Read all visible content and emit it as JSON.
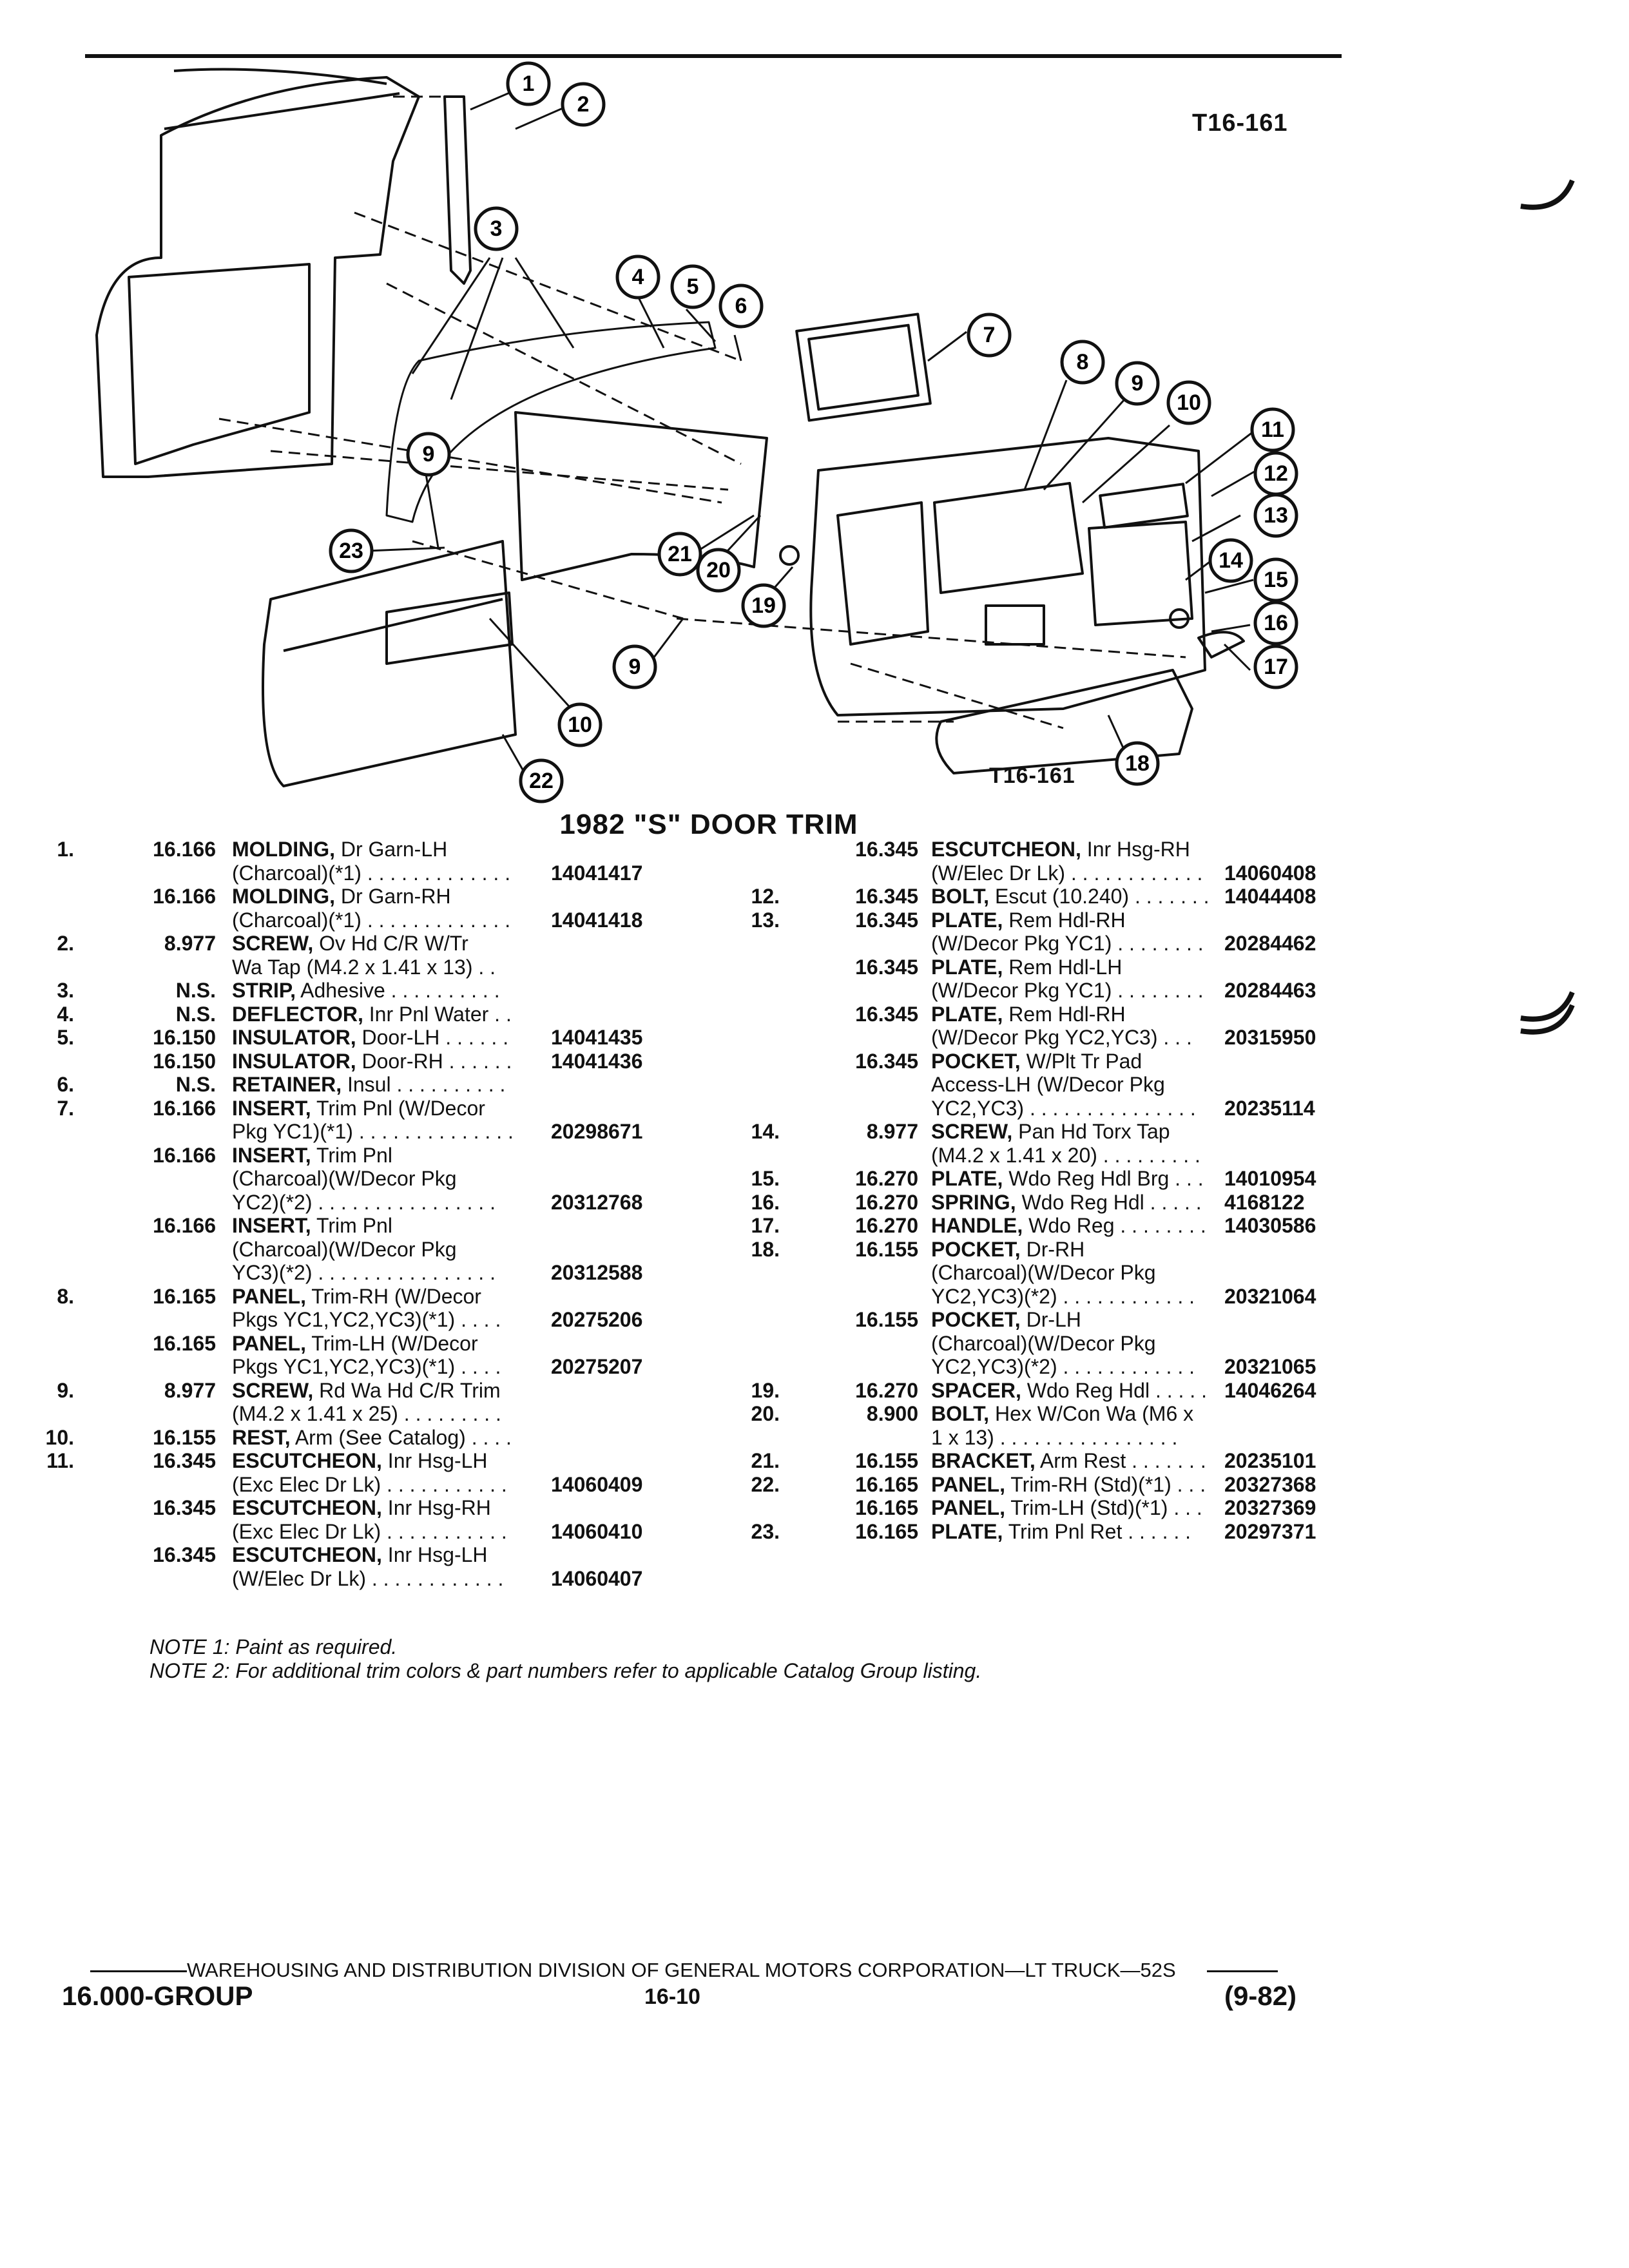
{
  "figure_id_top": "T16-161",
  "figure_id_bottom": "T16-161",
  "title": "1982 \"S\" DOOR TRIM",
  "callouts": [
    "1",
    "2",
    "3",
    "4",
    "5",
    "6",
    "7",
    "8",
    "9",
    "10",
    "11",
    "12",
    "13",
    "14",
    "15",
    "16",
    "17",
    "18",
    "19",
    "20",
    "21",
    "22",
    "23",
    "9",
    "9",
    "10"
  ],
  "parts_left": [
    {
      "ref": "1.",
      "group": "16.166",
      "name": "MOLDING,",
      "desc": " Dr Garn-LH",
      "part": ""
    },
    {
      "ref": "",
      "group": "",
      "name": "",
      "desc": "(Charcoal)(*1) . . . . . . . . . . . . .",
      "part": "14041417"
    },
    {
      "ref": "",
      "group": "16.166",
      "name": "MOLDING,",
      "desc": " Dr Garn-RH",
      "part": ""
    },
    {
      "ref": "",
      "group": "",
      "name": "",
      "desc": "(Charcoal)(*1) . . . . . . . . . . . . .",
      "part": "14041418"
    },
    {
      "ref": "2.",
      "group": "8.977",
      "name": "SCREW,",
      "desc": " Ov Hd C/R W/Tr",
      "part": ""
    },
    {
      "ref": "",
      "group": "",
      "name": "",
      "desc": "Wa Tap (M4.2 x 1.41 x 13) . .",
      "part": ""
    },
    {
      "ref": "3.",
      "group": "N.S.",
      "name": "STRIP,",
      "desc": " Adhesive . . . . . . . . . .",
      "part": ""
    },
    {
      "ref": "4.",
      "group": "N.S.",
      "name": "DEFLECTOR,",
      "desc": " Inr Pnl Water . .",
      "part": ""
    },
    {
      "ref": "5.",
      "group": "16.150",
      "name": "INSULATOR,",
      "desc": " Door-LH . . . . . .",
      "part": "14041435"
    },
    {
      "ref": "",
      "group": "16.150",
      "name": "INSULATOR,",
      "desc": " Door-RH . . . . . .",
      "part": "14041436"
    },
    {
      "ref": "6.",
      "group": "N.S.",
      "name": "RETAINER,",
      "desc": " Insul . . . . . . . . . .",
      "part": ""
    },
    {
      "ref": "7.",
      "group": "16.166",
      "name": "INSERT,",
      "desc": " Trim Pnl (W/Decor",
      "part": ""
    },
    {
      "ref": "",
      "group": "",
      "name": "",
      "desc": "Pkg YC1)(*1) . . . . . . . . . . . . . .",
      "part": "20298671"
    },
    {
      "ref": "",
      "group": "16.166",
      "name": "INSERT,",
      "desc": " Trim Pnl",
      "part": ""
    },
    {
      "ref": "",
      "group": "",
      "name": "",
      "desc": "(Charcoal)(W/Decor Pkg",
      "part": ""
    },
    {
      "ref": "",
      "group": "",
      "name": "",
      "desc": "YC2)(*2) . . . . . . . . . . . . . . . .",
      "part": "20312768"
    },
    {
      "ref": "",
      "group": "16.166",
      "name": "INSERT,",
      "desc": " Trim Pnl",
      "part": ""
    },
    {
      "ref": "",
      "group": "",
      "name": "",
      "desc": "(Charcoal)(W/Decor Pkg",
      "part": ""
    },
    {
      "ref": "",
      "group": "",
      "name": "",
      "desc": "YC3)(*2) . . . . . . . . . . . . . . . .",
      "part": "20312588"
    },
    {
      "ref": "8.",
      "group": "16.165",
      "name": "PANEL,",
      "desc": " Trim-RH (W/Decor",
      "part": ""
    },
    {
      "ref": "",
      "group": "",
      "name": "",
      "desc": "Pkgs YC1,YC2,YC3)(*1) . . . .",
      "part": "20275206"
    },
    {
      "ref": "",
      "group": "16.165",
      "name": "PANEL,",
      "desc": " Trim-LH (W/Decor",
      "part": ""
    },
    {
      "ref": "",
      "group": "",
      "name": "",
      "desc": "Pkgs YC1,YC2,YC3)(*1) . . . .",
      "part": "20275207"
    },
    {
      "ref": "9.",
      "group": "8.977",
      "name": "SCREW,",
      "desc": " Rd Wa Hd C/R Trim",
      "part": ""
    },
    {
      "ref": "",
      "group": "",
      "name": "",
      "desc": "(M4.2 x 1.41 x 25) . . . . . . . . .",
      "part": ""
    },
    {
      "ref": "10.",
      "group": "16.155",
      "name": "REST,",
      "desc": " Arm (See Catalog) . . . .",
      "part": ""
    },
    {
      "ref": "11.",
      "group": "16.345",
      "name": "ESCUTCHEON,",
      "desc": " Inr Hsg-LH",
      "part": ""
    },
    {
      "ref": "",
      "group": "",
      "name": "",
      "desc": "(Exc Elec Dr Lk) . . . . . . . . . . .",
      "part": "14060409"
    },
    {
      "ref": "",
      "group": "16.345",
      "name": "ESCUTCHEON,",
      "desc": " Inr Hsg-RH",
      "part": ""
    },
    {
      "ref": "",
      "group": "",
      "name": "",
      "desc": "(Exc Elec Dr Lk) . . . . . . . . . . .",
      "part": "14060410"
    },
    {
      "ref": "",
      "group": "16.345",
      "name": "ESCUTCHEON,",
      "desc": " Inr Hsg-LH",
      "part": ""
    },
    {
      "ref": "",
      "group": "",
      "name": "",
      "desc": "(W/Elec Dr Lk) . . . . . . . . . . . .",
      "part": "14060407"
    }
  ],
  "parts_right": [
    {
      "ref": "",
      "group": "16.345",
      "name": "ESCUTCHEON,",
      "desc": " Inr Hsg-RH",
      "part": ""
    },
    {
      "ref": "",
      "group": "",
      "name": "",
      "desc": "(W/Elec Dr Lk) . . . . . . . . . . . .",
      "part": "14060408"
    },
    {
      "ref": "12.",
      "group": "16.345",
      "name": "BOLT,",
      "desc": " Escut (10.240) . . . . . . .",
      "part": "14044408"
    },
    {
      "ref": "13.",
      "group": "16.345",
      "name": "PLATE,",
      "desc": " Rem Hdl-RH",
      "part": ""
    },
    {
      "ref": "",
      "group": "",
      "name": "",
      "desc": "(W/Decor Pkg YC1) . . . . . . . .",
      "part": "20284462"
    },
    {
      "ref": "",
      "group": "16.345",
      "name": "PLATE,",
      "desc": " Rem Hdl-LH",
      "part": ""
    },
    {
      "ref": "",
      "group": "",
      "name": "",
      "desc": "(W/Decor Pkg YC1) . . . . . . . .",
      "part": "20284463"
    },
    {
      "ref": "",
      "group": "16.345",
      "name": "PLATE,",
      "desc": " Rem Hdl-RH",
      "part": ""
    },
    {
      "ref": "",
      "group": "",
      "name": "",
      "desc": "(W/Decor Pkg YC2,YC3) . . .",
      "part": "20315950"
    },
    {
      "ref": "",
      "group": "16.345",
      "name": "POCKET,",
      "desc": " W/Plt Tr Pad",
      "part": ""
    },
    {
      "ref": "",
      "group": "",
      "name": "",
      "desc": "Access-LH (W/Decor Pkg",
      "part": ""
    },
    {
      "ref": "",
      "group": "",
      "name": "",
      "desc": "YC2,YC3) . . . . . . . . . . . . . . .",
      "part": "20235114"
    },
    {
      "ref": "14.",
      "group": "8.977",
      "name": "SCREW,",
      "desc": " Pan Hd Torx Tap",
      "part": ""
    },
    {
      "ref": "",
      "group": "",
      "name": "",
      "desc": "(M4.2 x 1.41 x 20) . . . . . . . . .",
      "part": ""
    },
    {
      "ref": "15.",
      "group": "16.270",
      "name": "PLATE,",
      "desc": " Wdo Reg Hdl Brg . . .",
      "part": "14010954"
    },
    {
      "ref": "16.",
      "group": "16.270",
      "name": "SPRING,",
      "desc": " Wdo Reg Hdl . . . . .",
      "part": " 4168122"
    },
    {
      "ref": "17.",
      "group": "16.270",
      "name": "HANDLE,",
      "desc": " Wdo Reg . . . . . . . .",
      "part": "14030586"
    },
    {
      "ref": "18.",
      "group": "16.155",
      "name": "POCKET,",
      "desc": " Dr-RH",
      "part": ""
    },
    {
      "ref": "",
      "group": "",
      "name": "",
      "desc": "(Charcoal)(W/Decor Pkg",
      "part": ""
    },
    {
      "ref": "",
      "group": "",
      "name": "",
      "desc": "YC2,YC3)(*2) . . . . . . . . . . . .",
      "part": "20321064"
    },
    {
      "ref": "",
      "group": "16.155",
      "name": "POCKET,",
      "desc": " Dr-LH",
      "part": ""
    },
    {
      "ref": "",
      "group": "",
      "name": "",
      "desc": "(Charcoal)(W/Decor Pkg",
      "part": ""
    },
    {
      "ref": "",
      "group": "",
      "name": "",
      "desc": "YC2,YC3)(*2) . . . . . . . . . . . .",
      "part": "20321065"
    },
    {
      "ref": "19.",
      "group": "16.270",
      "name": "SPACER,",
      "desc": " Wdo Reg Hdl . . . . .",
      "part": "14046264"
    },
    {
      "ref": "20.",
      "group": "8.900",
      "name": "BOLT,",
      "desc": " Hex W/Con Wa (M6 x",
      "part": ""
    },
    {
      "ref": "",
      "group": "",
      "name": "",
      "desc": "1 x 13) . . . . . . . . . . . . . . . .",
      "part": ""
    },
    {
      "ref": "21.",
      "group": "16.155",
      "name": "BRACKET,",
      "desc": " Arm Rest . . . . . . .",
      "part": "20235101"
    },
    {
      "ref": "22.",
      "group": "16.165",
      "name": "PANEL,",
      "desc": " Trim-RH (Std)(*1) . . .",
      "part": "20327368"
    },
    {
      "ref": "",
      "group": "16.165",
      "name": "PANEL,",
      "desc": " Trim-LH (Std)(*1) . . .",
      "part": "20327369"
    },
    {
      "ref": "23.",
      "group": "16.165",
      "name": "PLATE,",
      "desc": " Trim Pnl Ret . . . . . .",
      "part": "20297371"
    }
  ],
  "notes": [
    "NOTE 1: Paint as required.",
    "NOTE 2: For additional trim colors & part numbers refer to applicable Catalog Group listing."
  ],
  "footer": {
    "division": "WAREHOUSING AND DISTRIBUTION DIVISION OF GENERAL MOTORS CORPORATION—LT TRUCK—52S",
    "group": "16.000-GROUP",
    "page": "16-10",
    "date": "(9-82)"
  }
}
